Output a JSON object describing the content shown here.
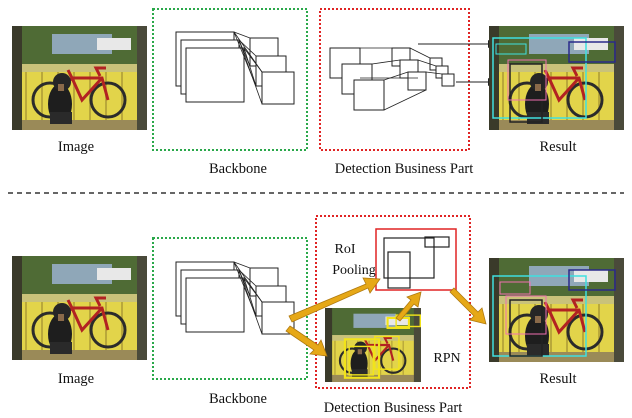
{
  "colors": {
    "background": "#ffffff",
    "backbone_border": "#2aa84a",
    "detection_border": "#e02424",
    "divider": "#333333",
    "arrow_orange": "#e6a817",
    "rpn_box": "#f2e41a",
    "result_cyan": "#3fe0e0",
    "result_navy": "#2a2a8a",
    "result_pink": "#f06fb0",
    "result_dark": "#222222"
  },
  "top": {
    "input_label": "Image",
    "backbone_label": "Backbone",
    "detection_label": "Detection Business Part",
    "result_label": "Result"
  },
  "bottom": {
    "input_label": "Image",
    "backbone_label": "Backbone",
    "detection_label": "Detection Business Part",
    "result_label": "Result",
    "roi_label_line1": "RoI",
    "roi_label_line2": "Pooling",
    "rpn_label": "RPN"
  },
  "icons": {
    "photo": "dog-bicycle-porch-photo",
    "feature_map": "stacked-square-feature-maps",
    "arrow": "orange-block-arrow"
  }
}
